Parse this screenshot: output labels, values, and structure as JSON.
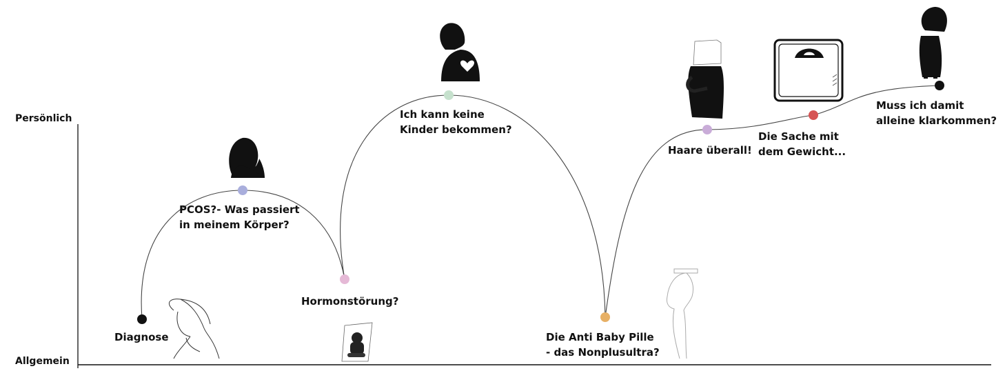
{
  "axis": {
    "top_label": "Persönlich",
    "bottom_label": "Allgemein"
  },
  "stages": [
    {
      "key": "diagnose",
      "lines": [
        "Diagnose"
      ],
      "dot_color": "#111111",
      "icon": "sketch-woman-icon"
    },
    {
      "key": "pcos",
      "lines": [
        "PCOS?- Was passiert",
        "in meinem Körper?"
      ],
      "dot_color": "#a9aedc",
      "icon": "woman-silhouette-icon"
    },
    {
      "key": "hormon",
      "lines": [
        "Hormonstörung?"
      ],
      "dot_color": "#e5b9d6",
      "icon": "sitting-woman-icon"
    },
    {
      "key": "kinder",
      "lines": [
        "Ich kann keine",
        "Kinder bekommen?"
      ],
      "dot_color": "#c6e1cd",
      "icon": "woman-heart-icon"
    },
    {
      "key": "pille",
      "lines": [
        "Die Anti Baby Pille",
        "- das Nonplusultra?"
      ],
      "dot_color": "#e7b065",
      "icon": "standing-woman-outline-icon"
    },
    {
      "key": "haare",
      "lines": [
        "Haare überall!"
      ],
      "dot_color": "#c9acd8",
      "icon": "bag-head-figure-icon"
    },
    {
      "key": "gewicht",
      "lines": [
        "Die Sache mit",
        "dem Gewicht..."
      ],
      "dot_color": "#d65454",
      "icon": "bathroom-scale-icon"
    },
    {
      "key": "alleine",
      "lines": [
        "Muss ich damit",
        "alleine klarkommen?"
      ],
      "dot_color": "#111111",
      "icon": "standing-woman-black-icon"
    }
  ]
}
